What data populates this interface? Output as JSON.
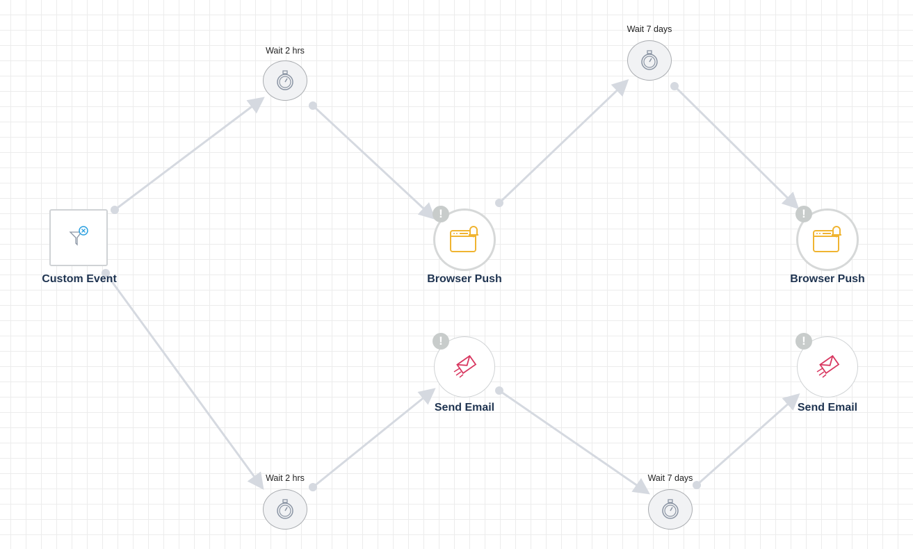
{
  "colors": {
    "edge": "#d5d9e0",
    "label": "#1e3350",
    "push": "#f0b431",
    "email": "#d8365f",
    "filter": "#2aa0e0"
  },
  "nodes": {
    "custom_event": {
      "label": "Custom Event"
    },
    "wait_top_1": {
      "label": "Wait  2 hrs"
    },
    "wait_top_2": {
      "label": "Wait  7 days"
    },
    "push_1": {
      "label": "Browser Push",
      "badge": "!"
    },
    "push_2": {
      "label": "Browser Push",
      "badge": "!"
    },
    "email_1": {
      "label": "Send Email",
      "badge": "!"
    },
    "email_2": {
      "label": "Send Email",
      "badge": "!"
    },
    "wait_bottom_1": {
      "label": "Wait  2 hrs"
    },
    "wait_bottom_2": {
      "label": "Wait  7 days"
    }
  }
}
